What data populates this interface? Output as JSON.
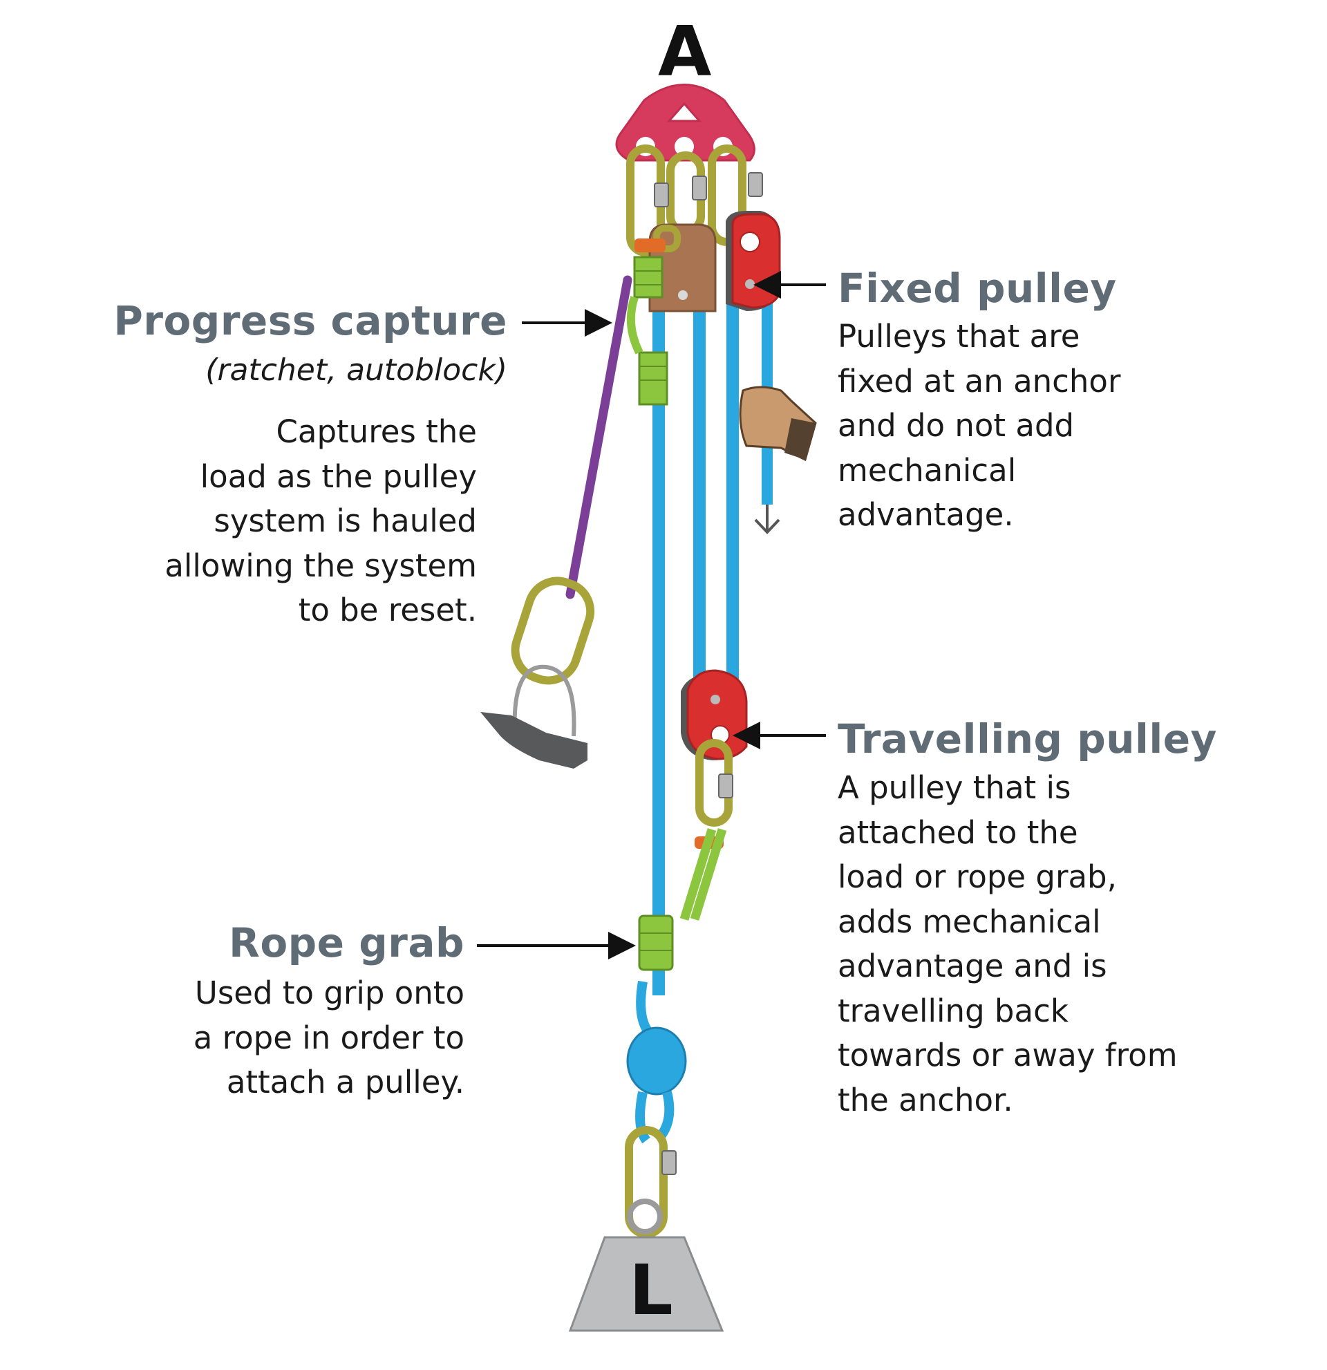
{
  "anchor_letter": "A",
  "load_letter": "L",
  "progress_capture": {
    "title": "Progress capture",
    "subtitle": "(ratchet, autoblock)",
    "lines": [
      "Captures the",
      "load as the pulley",
      "system is hauled",
      "allowing the system",
      "to be reset."
    ]
  },
  "fixed_pulley": {
    "title": "Fixed pulley",
    "lines": [
      "Pulleys that are",
      "fixed at an anchor",
      "and do not add",
      "mechanical",
      "advantage."
    ]
  },
  "travelling_pulley": {
    "title": "Travelling pulley",
    "lines": [
      "A pulley that is",
      "attached to the",
      "load or rope grab,",
      "adds mechanical",
      "advantage and is",
      "travelling back",
      "towards or away from",
      "the anchor."
    ]
  },
  "rope_grab": {
    "title": "Rope grab",
    "lines": [
      "Used to grip onto",
      "a rope in order to",
      "attach a pulley."
    ]
  },
  "colors": {
    "anchor_plate": "#d63a5c",
    "carabiner": "#a8a43a",
    "rope_blue": "#2aa7df",
    "rope_purple": "#7b3f98",
    "prusik_green": "#8cc63f",
    "pulley_red": "#d9302f",
    "pulley_brown": "#a87452",
    "label_grey": "#5f6b75",
    "weight_grey": "#bcbec0"
  }
}
